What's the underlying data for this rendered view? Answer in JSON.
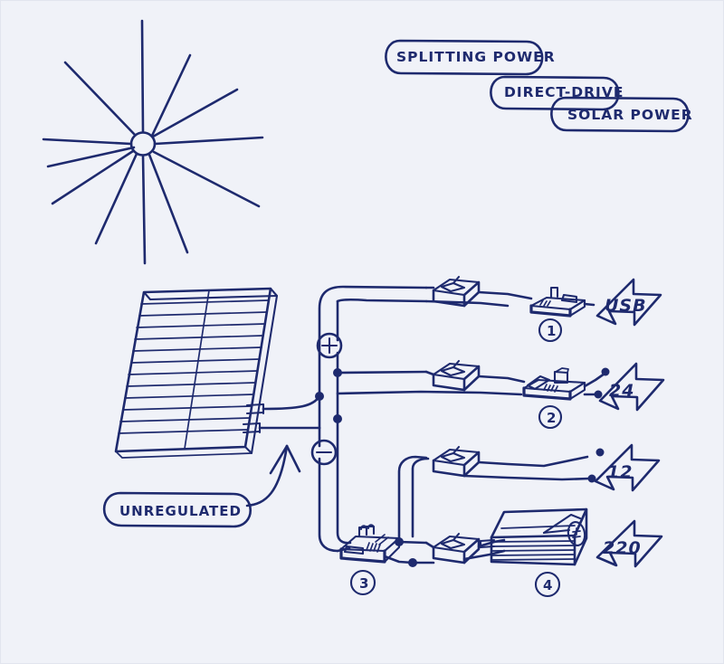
{
  "page": {
    "title": "Splitting Power - Direct-Drive Solar Power",
    "background_color": "#f0f2f8",
    "ink_color": "#1e2a6e",
    "style": "hand-drawn pen sketch"
  },
  "titles": [
    {
      "id": "bubble-splitting-power",
      "label": "SPLITTING POWER"
    },
    {
      "id": "bubble-direct-drive",
      "label": "DIRECT-DRIVE"
    },
    {
      "id": "bubble-solar-power",
      "label": "SOLAR POWER"
    }
  ],
  "sun": {
    "name": "sun-symbol",
    "ray_count": 12,
    "center_label": ""
  },
  "panel": {
    "name": "solar-panel",
    "cell_rows": 13,
    "columns": 2,
    "callout": {
      "label": "UNREGULATED",
      "points_to": "solar-panel"
    }
  },
  "bus": {
    "positive_terminal": "+",
    "negative_terminal": "−",
    "junction_count": 4
  },
  "branches": [
    {
      "number": "1",
      "module": "usb-converter-board",
      "switch": "rocker-switch",
      "output_label": "USB"
    },
    {
      "number": "2",
      "module": "24v-converter-board",
      "switch": "rocker-switch",
      "output_label": "24"
    },
    {
      "number": "3",
      "module": "12v-converter-board",
      "switch": "rocker-switch",
      "output_label": "12"
    },
    {
      "number": "4",
      "module": "inverter-box",
      "switch": "rocker-switch",
      "output_label": "220"
    }
  ],
  "outputs": [
    {
      "label": "USB",
      "arrow": "right-arrow-banner"
    },
    {
      "label": "24",
      "arrow": "right-arrow-banner"
    },
    {
      "label": "12",
      "arrow": "right-arrow-banner"
    },
    {
      "label": "220",
      "arrow": "right-arrow-banner"
    }
  ]
}
